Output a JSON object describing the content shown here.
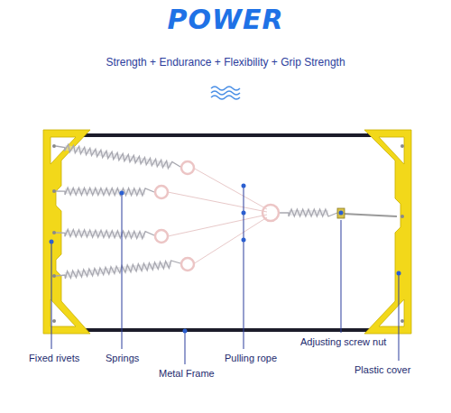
{
  "diagram": {
    "title": "POWER",
    "labels": [
      "Strength + Endurance + Flexibility + Grip Strength",
      "Fixed rivets",
      "Springs",
      "Metal Frame",
      "Pulling rope",
      "Adjusting screw nut",
      "Plastic cover"
    ]
  }
}
